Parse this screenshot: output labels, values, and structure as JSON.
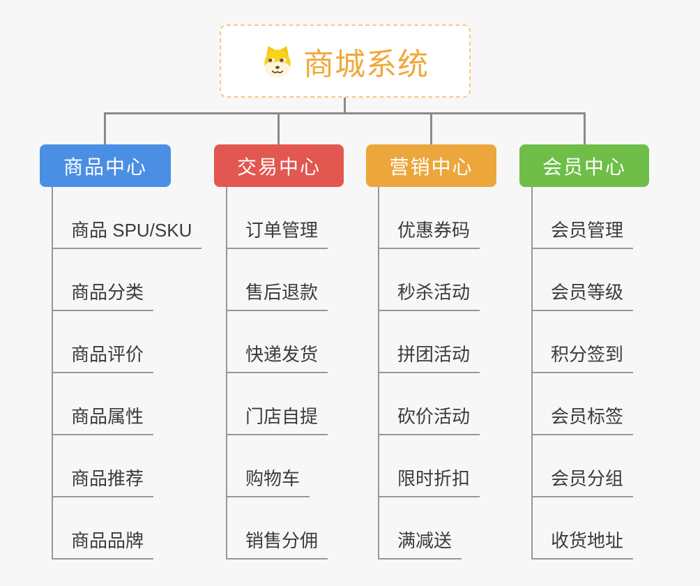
{
  "root": {
    "title": "商城系统",
    "icon": "doge-icon",
    "title_color": "#F0A83C",
    "border_color": "#F5C982"
  },
  "branches": [
    {
      "label": "商品中心",
      "color": "#4B8FE4",
      "items": [
        "商品 SPU/SKU",
        "商品分类",
        "商品评价",
        "商品属性",
        "商品推荐",
        "商品品牌"
      ]
    },
    {
      "label": "交易中心",
      "color": "#E2574F",
      "items": [
        "订单管理",
        "售后退款",
        "快递发货",
        "门店自提",
        "购物车",
        "销售分佣"
      ]
    },
    {
      "label": "营销中心",
      "color": "#EBA73C",
      "items": [
        "优惠券码",
        "秒杀活动",
        "拼团活动",
        "砍价活动",
        "限时折扣",
        "满减送"
      ]
    },
    {
      "label": "会员中心",
      "color": "#6EBE48",
      "items": [
        "会员管理",
        "会员等级",
        "积分签到",
        "会员标签",
        "会员分组",
        "收货地址"
      ]
    }
  ],
  "colors": {
    "connector": "#8A8A8A",
    "leaf_line": "#979797",
    "background": "#F7F7F7"
  }
}
